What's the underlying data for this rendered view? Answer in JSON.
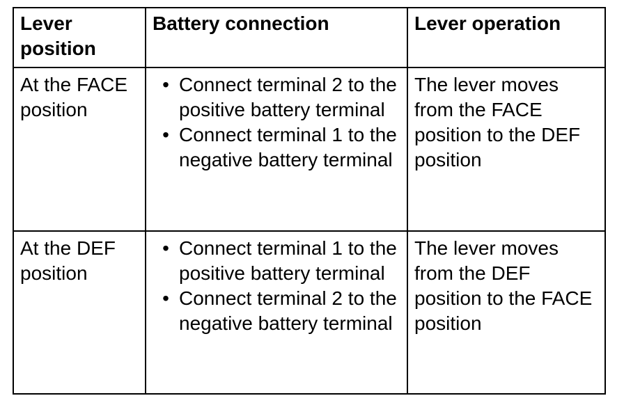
{
  "table": {
    "headers": [
      "Lever position",
      "Battery connection",
      "Lever operation"
    ],
    "rows": [
      {
        "lever_position": "At the FACE position",
        "battery_connection": [
          "Connect terminal 2 to the positive battery terminal",
          "Connect terminal 1 to the negative battery terminal"
        ],
        "lever_operation": "The lever moves from the FACE position to the DEF position"
      },
      {
        "lever_position": "At the DEF position",
        "battery_connection": [
          "Connect terminal 1 to the positive battery terminal",
          "Connect terminal 2 to the negative battery terminal"
        ],
        "lever_operation": "The lever moves from the DEF position to the FACE position"
      }
    ],
    "bullet_glyph": "•"
  }
}
